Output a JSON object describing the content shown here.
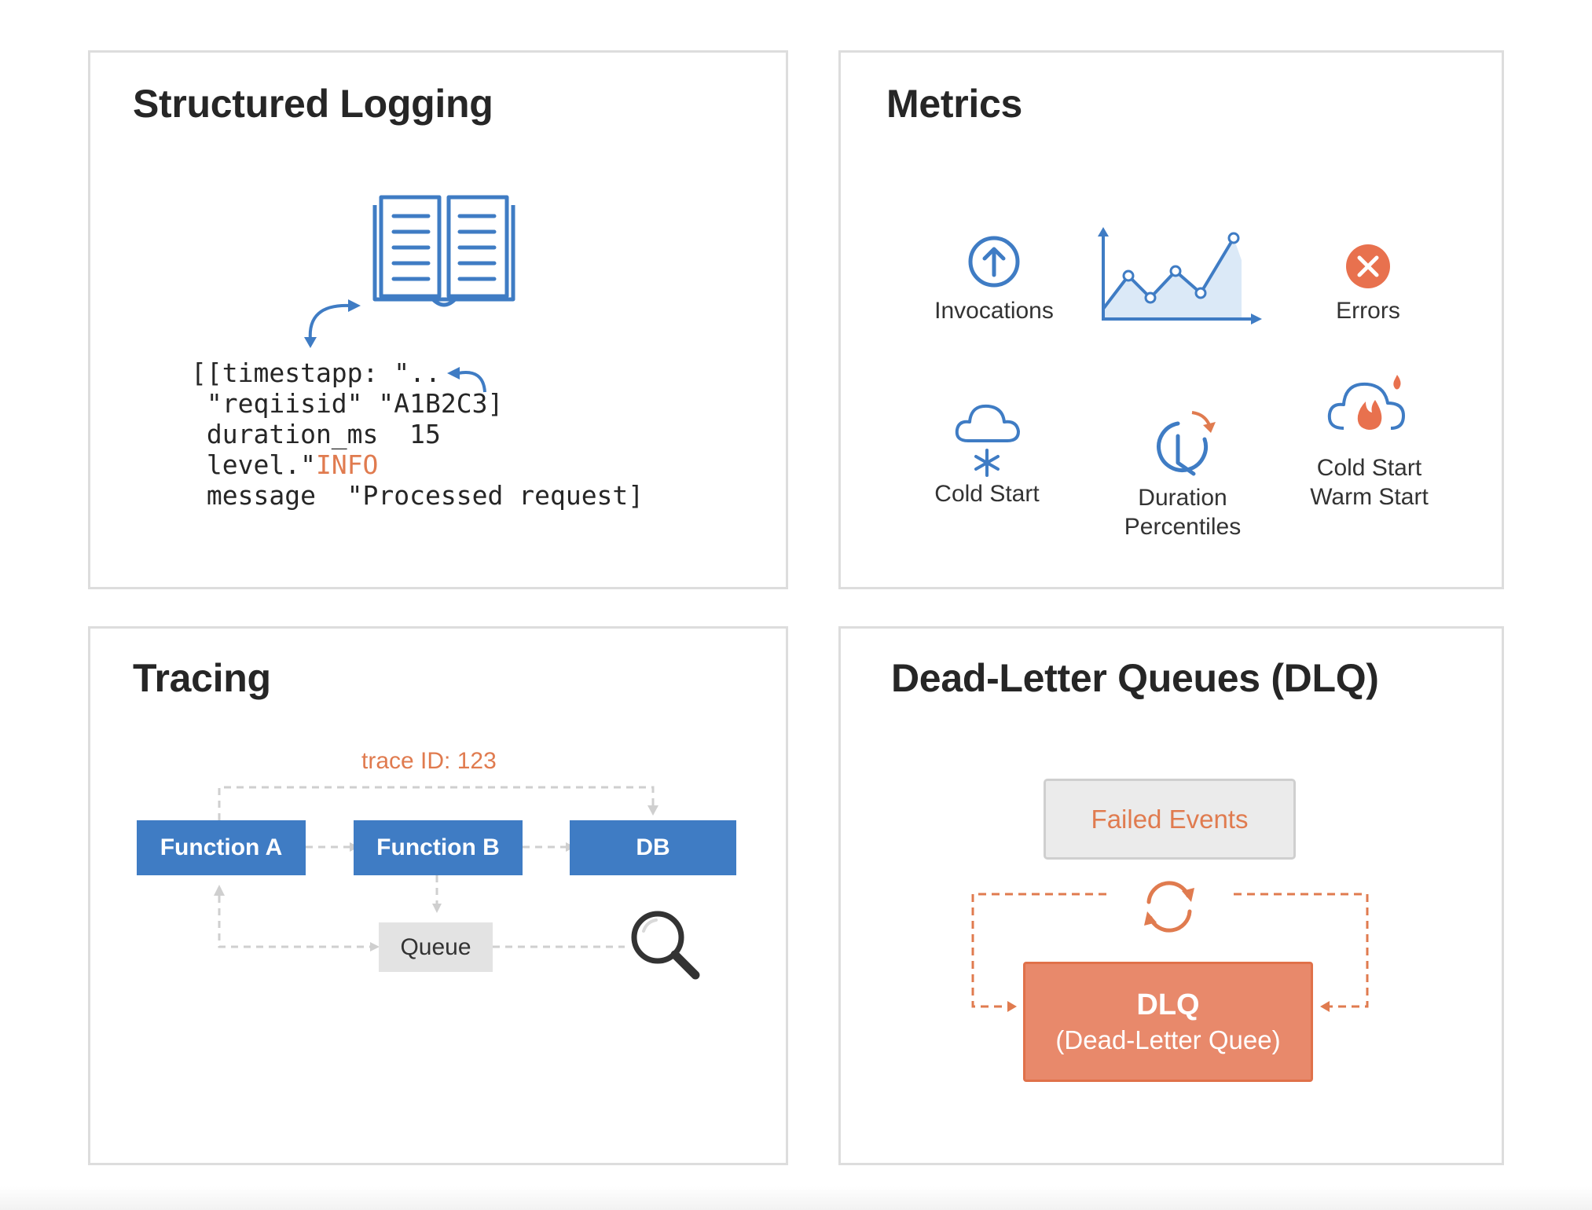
{
  "panels": {
    "logging": {
      "title": "Structured Logging",
      "code_lines": [
        "[[timestapp: \"..",
        " \"reqiisid\" \"A1B2C3]",
        " duration_ms  15",
        " level.\"",
        " message  \"Processed request]"
      ],
      "level_value": "INFO"
    },
    "metrics": {
      "title": "Metrics",
      "invocations": "Invocations",
      "errors": "Errors",
      "cold_start": "Cold Start",
      "duration_line1": "Duration",
      "duration_line2": "Percentiles",
      "coldwarm_line1": "Cold Start",
      "coldwarm_line2": "Warm Start"
    },
    "tracing": {
      "title": "Tracing",
      "trace_id": "trace ID: 123",
      "function_a": "Function A",
      "function_b": "Function B",
      "db": "DB",
      "queue": "Queue"
    },
    "dlq": {
      "title": "Dead-Letter Queues (DLQ)",
      "failed_events": "Failed Events",
      "dlq_main": "DLQ",
      "dlq_sub": "(Dead-Letter Quee)"
    }
  },
  "colors": {
    "blue": "#3f7cc4",
    "orange": "#e07b4f",
    "text": "#262626",
    "border": "#dddddd"
  }
}
